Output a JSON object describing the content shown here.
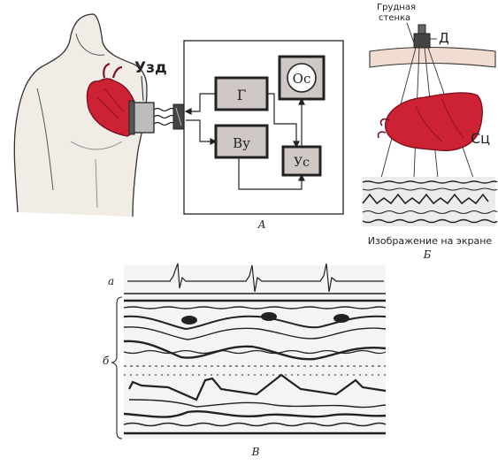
{
  "panel_a": {
    "transducer_label": "Узд",
    "block_generator": "Г",
    "block_input_amp": "Ву",
    "block_amplifier": "Ус",
    "block_oscilloscope": "Ос",
    "caption": "А"
  },
  "panel_b": {
    "chest_wall_line1": "Грудная",
    "chest_wall_line2": "стенка",
    "sensor_label": "Д",
    "heart_label": "Сц",
    "screen_caption": "Изображение на экране",
    "caption": "Б"
  },
  "panel_c": {
    "trace_a_label": "а",
    "trace_b_label": "б",
    "caption": "В"
  },
  "colors": {
    "ink": "#222222",
    "skin": "#f1ece6",
    "heart": "#cc2233",
    "heart_dark": "#7a1020",
    "block_fill": "#cfc8c4",
    "wall_fill": "#f0dcd0"
  }
}
